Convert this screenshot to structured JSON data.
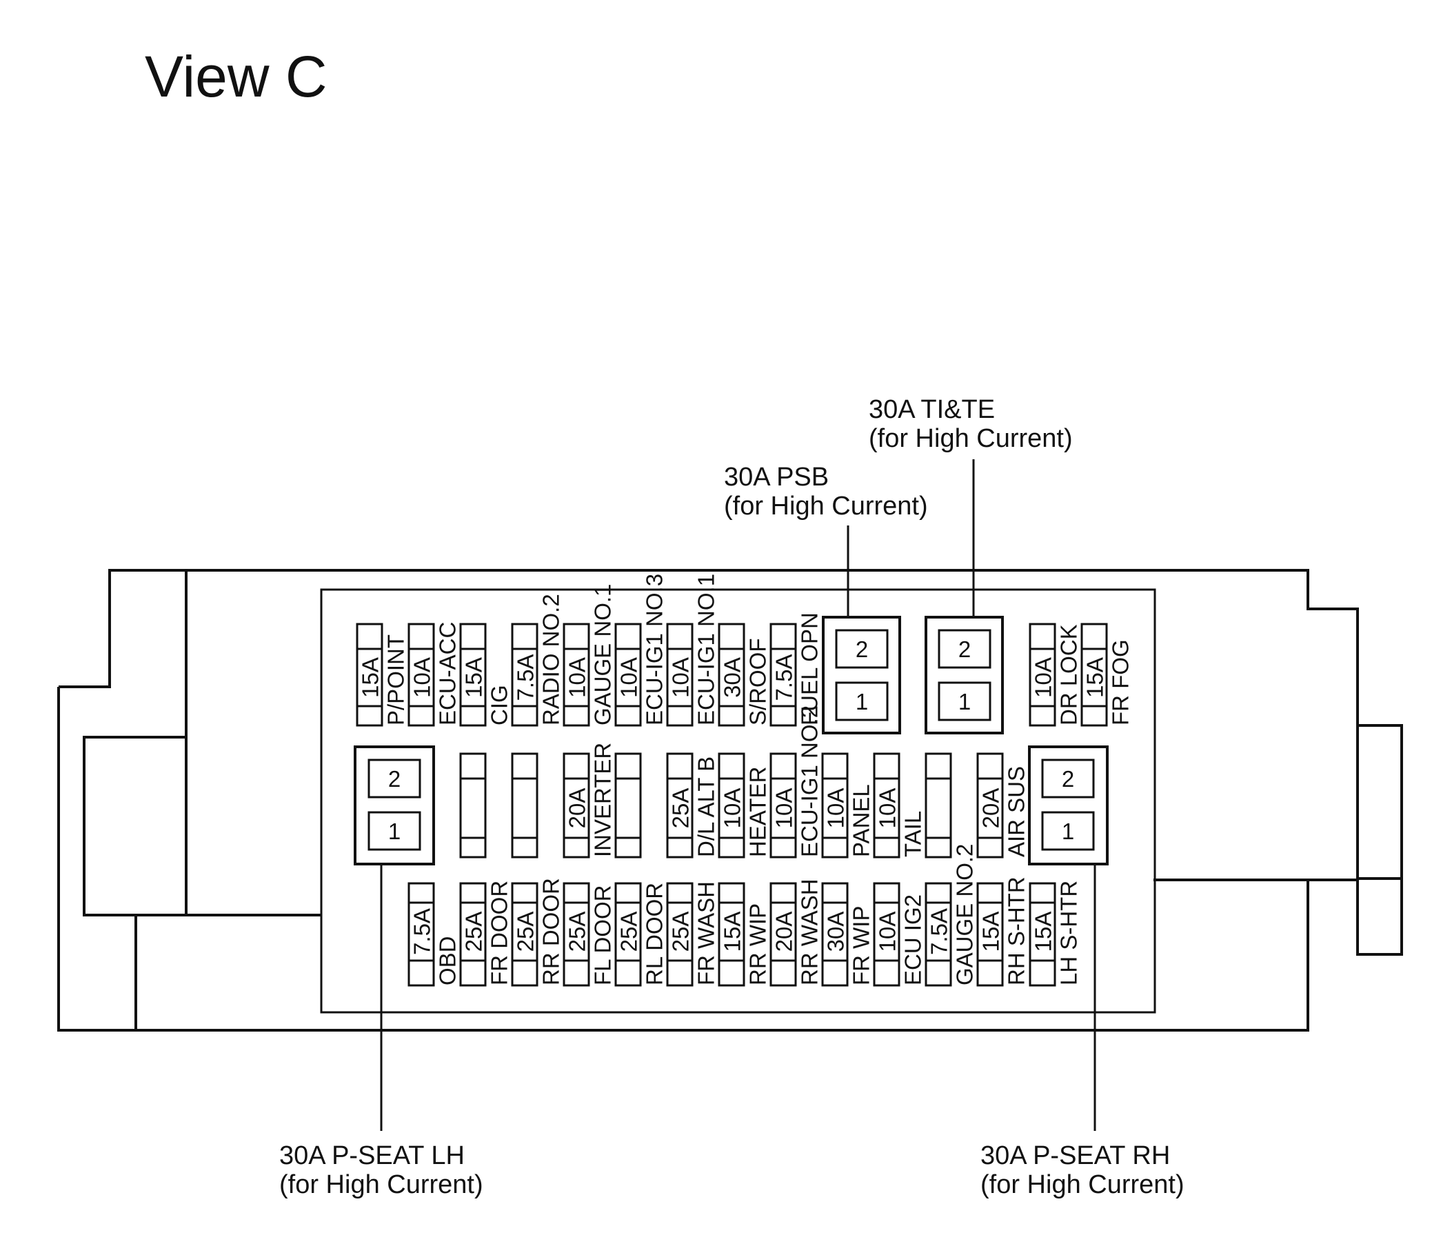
{
  "title": "View C",
  "callouts": {
    "psb": {
      "line1": "30A PSB",
      "line2": "(for High Current)"
    },
    "tite": {
      "line1": "30A TI&TE",
      "line2": "(for High Current)"
    },
    "pseat_lh": {
      "line1": "30A P-SEAT LH",
      "line2": "(for High Current)"
    },
    "pseat_rh": {
      "line1": "30A P-SEAT RH",
      "line2": "(for High Current)"
    }
  },
  "relay_numbers": {
    "top": "2",
    "bottom": "1"
  },
  "fuses": {
    "top": [
      {
        "rating": "15A",
        "name": "P/POINT"
      },
      {
        "rating": "10A",
        "name": "ECU-ACC"
      },
      {
        "rating": "15A",
        "name": "CIG"
      },
      {
        "rating": "7.5A",
        "name": "RADIO NO.2"
      },
      {
        "rating": "10A",
        "name": "GAUGE NO.1"
      },
      {
        "rating": "10A",
        "name": "ECU-IG1 NO.3"
      },
      {
        "rating": "10A",
        "name": "ECU-IG1 NO.1"
      },
      {
        "rating": "30A",
        "name": "S/ROOF"
      },
      {
        "rating": "7.5A",
        "name": "FUEL OPN"
      },
      {
        "rating": "10A",
        "name": "DR LOCK"
      },
      {
        "rating": "15A",
        "name": "FR FOG"
      }
    ],
    "middle": [
      {
        "rating": "",
        "name": ""
      },
      {
        "rating": "",
        "name": ""
      },
      {
        "rating": "20A",
        "name": "INVERTER"
      },
      {
        "rating": "",
        "name": ""
      },
      {
        "rating": "25A",
        "name": "D/L ALT B"
      },
      {
        "rating": "10A",
        "name": "HEATER"
      },
      {
        "rating": "10A",
        "name": "ECU-IG1 NO.2"
      },
      {
        "rating": "10A",
        "name": "PANEL"
      },
      {
        "rating": "10A",
        "name": "TAIL"
      },
      {
        "rating": "",
        "name": ""
      },
      {
        "rating": "20A",
        "name": "AIR SUS"
      }
    ],
    "bottom": [
      {
        "rating": "7.5A",
        "name": "OBD"
      },
      {
        "rating": "25A",
        "name": "FR DOOR"
      },
      {
        "rating": "25A",
        "name": "RR DOOR"
      },
      {
        "rating": "25A",
        "name": "FL DOOR"
      },
      {
        "rating": "25A",
        "name": "RL DOOR"
      },
      {
        "rating": "25A",
        "name": "FR WASH"
      },
      {
        "rating": "15A",
        "name": "RR WIP"
      },
      {
        "rating": "20A",
        "name": "RR WASH"
      },
      {
        "rating": "30A",
        "name": "FR WIP"
      },
      {
        "rating": "10A",
        "name": "ECU IG2"
      },
      {
        "rating": "7.5A",
        "name": "GAUGE NO.2"
      },
      {
        "rating": "15A",
        "name": "RH S-HTR"
      },
      {
        "rating": "15A",
        "name": "LH S-HTR"
      }
    ]
  }
}
